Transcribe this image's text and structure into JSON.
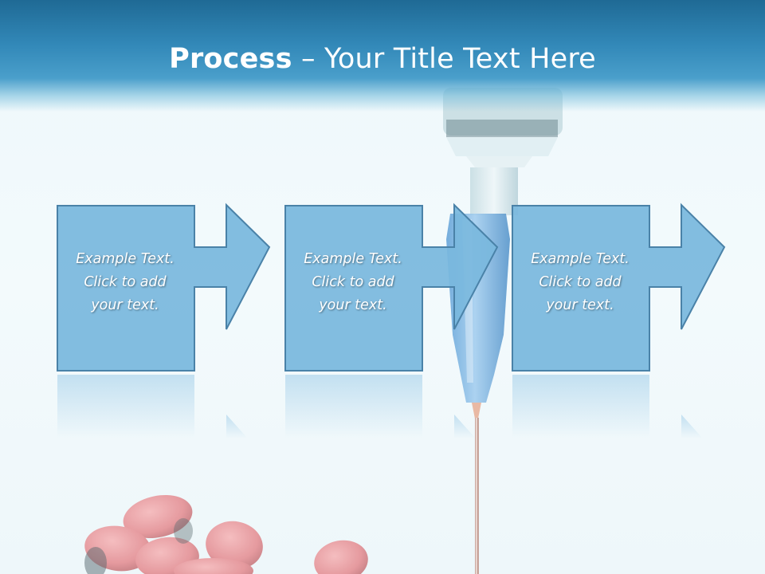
{
  "slide": {
    "title_bold": "Process",
    "title_dash": " – ",
    "title_rest": "Your Title Text Here"
  },
  "process": {
    "steps": [
      {
        "lines": [
          "Example Text.",
          "Click  to add",
          "your text."
        ]
      },
      {
        "lines": [
          "Example Text.",
          "Click  to add",
          "your text."
        ]
      },
      {
        "lines": [
          "Example Text.",
          "Click  to add",
          "your text."
        ]
      }
    ]
  },
  "colors": {
    "title_bar": "#2a7bab",
    "box_fill": "#7ab8de",
    "box_stroke": "#4a82a8",
    "pill_red": "#e2898e",
    "syringe_blue": "#7bb6e0"
  }
}
